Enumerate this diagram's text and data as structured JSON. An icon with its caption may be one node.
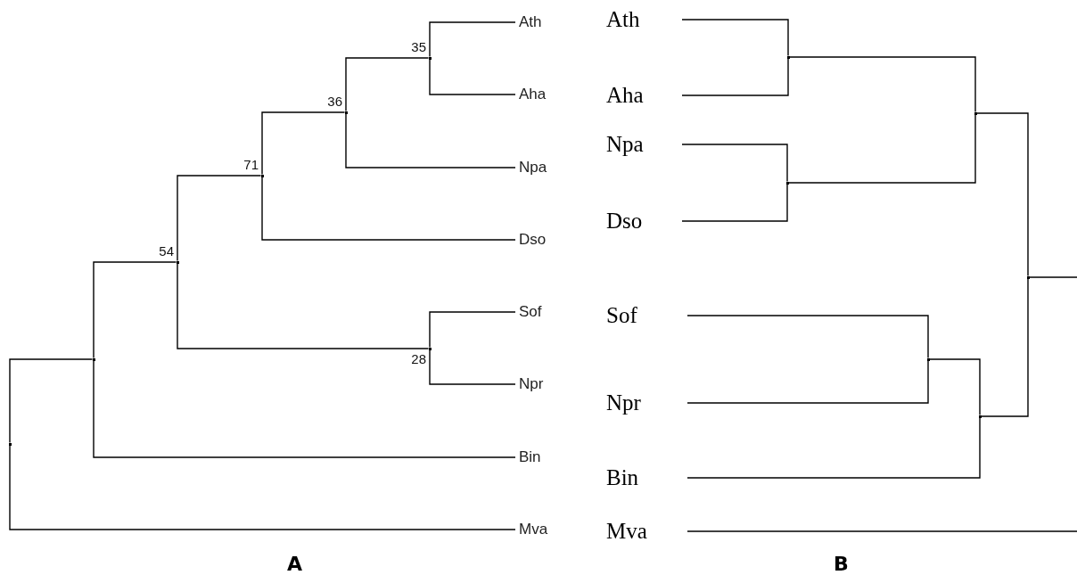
{
  "diagram": {
    "nodes": [
      {
        "text": [
          "Ath"
        ]
      },
      {
        "text": [
          "Aha"
        ]
      },
      {
        "text": [
          "Npa"
        ]
      },
      {
        "text": [
          "Dso"
        ]
      },
      {
        "text": [
          "Sof"
        ]
      },
      {
        "text": [
          "Npr"
        ]
      },
      {
        "text": [
          "Bin"
        ]
      },
      {
        "text": [
          "Mva"
        ]
      },
      {
        "text": [],
        "shape": "point",
        "beside": [
          "35"
        ]
      },
      {
        "text": [],
        "shape": "point",
        "beside": [
          "36"
        ]
      },
      {
        "text": [],
        "shape": "point",
        "beside": [
          "71"
        ]
      },
      {
        "text": [],
        "shape": "point",
        "beside": [
          "28"
        ]
      },
      {
        "text": [],
        "shape": "point",
        "beside": [
          "54"
        ]
      },
      {
        "text": [],
        "shape": "point"
      },
      {
        "text": [],
        "shape": "point"
      },
      {
        "text": [
          "Ath"
        ]
      },
      {
        "text": [
          "Aha"
        ]
      },
      {
        "text": [
          "Npa"
        ]
      },
      {
        "text": [
          "Dso"
        ]
      },
      {
        "text": [
          "Sof"
        ]
      },
      {
        "text": [
          "Npr"
        ]
      },
      {
        "text": [
          "Bin"
        ]
      },
      {
        "text": [
          "Mva"
        ]
      },
      {
        "text": [],
        "shape": "point"
      },
      {
        "text": [],
        "shape": "point"
      },
      {
        "text": [],
        "shape": "point"
      },
      {
        "text": [],
        "shape": "point"
      },
      {
        "text": [],
        "shape": "point"
      },
      {
        "text": [],
        "shape": "point"
      }
    ],
    "edges": [
      {
        "from": 8,
        "to": 0,
        "arrow": "none"
      },
      {
        "from": 8,
        "to": 1,
        "arrow": "none"
      },
      {
        "from": 9,
        "to": 8,
        "arrow": "none"
      },
      {
        "from": 9,
        "to": 2,
        "arrow": "none"
      },
      {
        "from": 10,
        "to": 9,
        "arrow": "none"
      },
      {
        "from": 10,
        "to": 3,
        "arrow": "none"
      },
      {
        "from": 11,
        "to": 4,
        "arrow": "none"
      },
      {
        "from": 11,
        "to": 5,
        "arrow": "none"
      },
      {
        "from": 12,
        "to": 10,
        "arrow": "none"
      },
      {
        "from": 12,
        "to": 11,
        "arrow": "none"
      },
      {
        "from": 13,
        "to": 12,
        "arrow": "none"
      },
      {
        "from": 13,
        "to": 6,
        "arrow": "none"
      },
      {
        "from": 14,
        "to": 13,
        "arrow": "none"
      },
      {
        "from": 14,
        "to": 7,
        "arrow": "none"
      },
      {
        "from": 23,
        "to": 15,
        "arrow": "none"
      },
      {
        "from": 23,
        "to": 16,
        "arrow": "none"
      },
      {
        "from": 24,
        "to": 17,
        "arrow": "none"
      },
      {
        "from": 24,
        "to": 18,
        "arrow": "none"
      },
      {
        "from": 25,
        "to": 23,
        "arrow": "none"
      },
      {
        "from": 25,
        "to": 24,
        "arrow": "none"
      },
      {
        "from": 26,
        "to": 19,
        "arrow": "none"
      },
      {
        "from": 26,
        "to": 20,
        "arrow": "none"
      },
      {
        "from": 27,
        "to": 26,
        "arrow": "none"
      },
      {
        "from": 27,
        "to": 21,
        "arrow": "none"
      },
      {
        "from": 28,
        "to": 25,
        "arrow": "none"
      },
      {
        "from": 28,
        "to": 27,
        "arrow": "none"
      },
      {
        "from": 28,
        "to": null,
        "arrow": "none"
      },
      {
        "from": null,
        "to": 22,
        "arrow": "none"
      }
    ],
    "labels": [
      "A",
      "B"
    ]
  }
}
